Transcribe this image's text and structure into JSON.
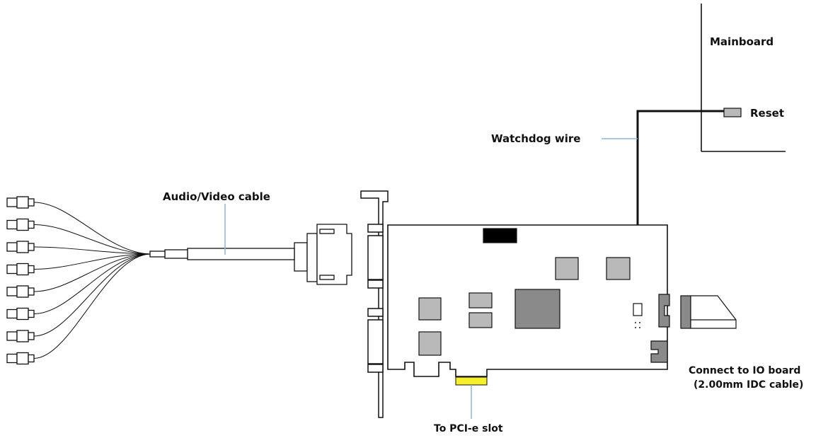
{
  "labels": {
    "mainboard": "Mainboard",
    "reset": "Reset",
    "watchdog_wire": "Watchdog wire",
    "av_cable": "Audio/Video cable",
    "pcie_slot": "To PCI-e slot",
    "io_board_line1": "Connect to IO board",
    "io_board_line2": "(2.00mm IDC cable)"
  },
  "colors": {
    "pcie_contact": "#f4ef2a",
    "chip_light": "#b9b9b9",
    "chip_dark": "#8a8a8a",
    "leader_line": "#8fb3d4",
    "chip_black": "#000000"
  },
  "connector_count": 8
}
